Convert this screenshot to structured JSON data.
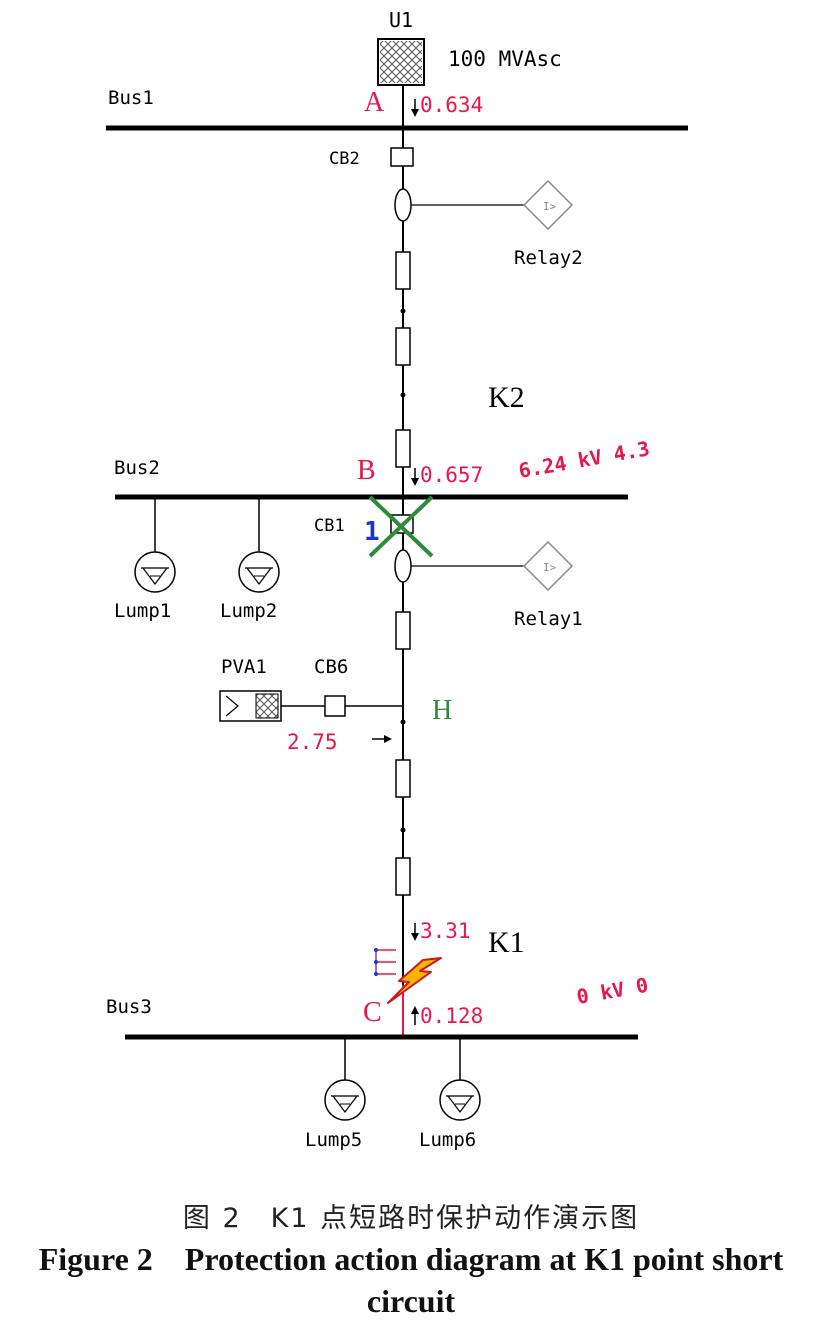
{
  "source": {
    "label": "U1",
    "rating": "100 MVAsc"
  },
  "buses": {
    "bus1": "Bus1",
    "bus2": "Bus2",
    "bus3": "Bus3"
  },
  "breakers": {
    "cb2": "CB2",
    "cb1": "CB1",
    "cb6": "CB6",
    "cb1_flag": "1"
  },
  "relays": {
    "relay2": "Relay2",
    "relay1": "Relay1"
  },
  "loads": {
    "lump1": "Lump1",
    "lump2": "Lump2",
    "lump5": "Lump5",
    "lump6": "Lump6"
  },
  "pv": {
    "label": "PVA1"
  },
  "points": {
    "a": "A",
    "b": "B",
    "c": "C",
    "h": "H",
    "k1": "K1",
    "k2": "K2"
  },
  "flows": {
    "a": "0.634",
    "b": "0.657",
    "h": "2.75",
    "k1": "3.31",
    "c": "0.128"
  },
  "voltages": {
    "bus2": "6.24 kV 4.3",
    "bus3": "0 kV 0"
  },
  "caption": {
    "cn": "图 2　K1 点短路时保护动作演示图",
    "en": "Figure 2　Protection action diagram at K1 point short circuit"
  },
  "colors": {
    "line": "#000000",
    "red": "#e8174a",
    "green": "#2e8b3a",
    "blue": "#1a35d8",
    "relay_gray": "#8a8a8a"
  }
}
